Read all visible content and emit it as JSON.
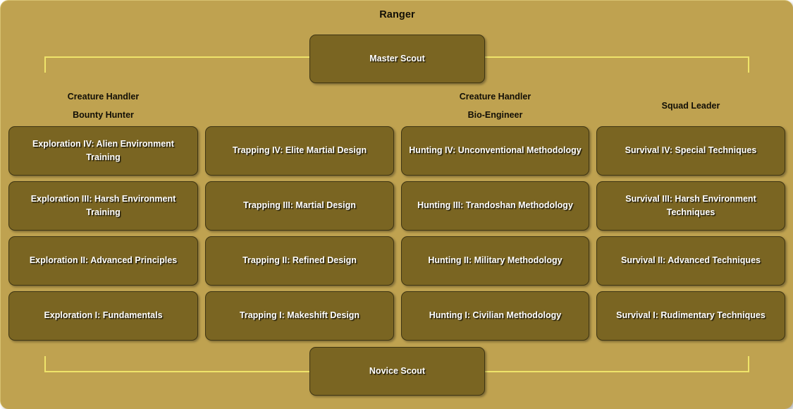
{
  "profession": {
    "title": "Ranger"
  },
  "colors": {
    "background": "#bfa250",
    "node_fill": "#7a6522",
    "node_border": "#3e3513",
    "connector": "#efe46a",
    "node_text": "#ffffff",
    "header_text": "#120f06"
  },
  "milestones": {
    "master": "Master Scout",
    "novice": "Novice Scout"
  },
  "columns": [
    {
      "id": "exploration",
      "header_lines": [
        "Creature Handler",
        "Bounty Hunter"
      ],
      "boxes": [
        "Exploration IV: Alien Environment Training",
        "Exploration III: Harsh Environment Training",
        "Exploration II: Advanced Principles",
        "Exploration I: Fundamentals"
      ]
    },
    {
      "id": "trapping",
      "header_lines": [],
      "boxes": [
        "Trapping IV: Elite Martial Design",
        "Trapping III: Martial Design",
        "Trapping II: Refined Design",
        "Trapping I: Makeshift Design"
      ]
    },
    {
      "id": "hunting",
      "header_lines": [
        "Creature Handler",
        "Bio-Engineer"
      ],
      "boxes": [
        "Hunting IV: Unconventional Methodology",
        "Hunting III: Trandoshan Methodology",
        "Hunting II: Military Methodology",
        "Hunting I: Civilian Methodology"
      ]
    },
    {
      "id": "survival",
      "header_lines": [
        "Squad Leader"
      ],
      "boxes": [
        "Survival IV: Special Techniques",
        "Survival III: Harsh Environment Techniques",
        "Survival II: Advanced Techniques",
        "Survival I: Rudimentary Techniques"
      ]
    }
  ]
}
